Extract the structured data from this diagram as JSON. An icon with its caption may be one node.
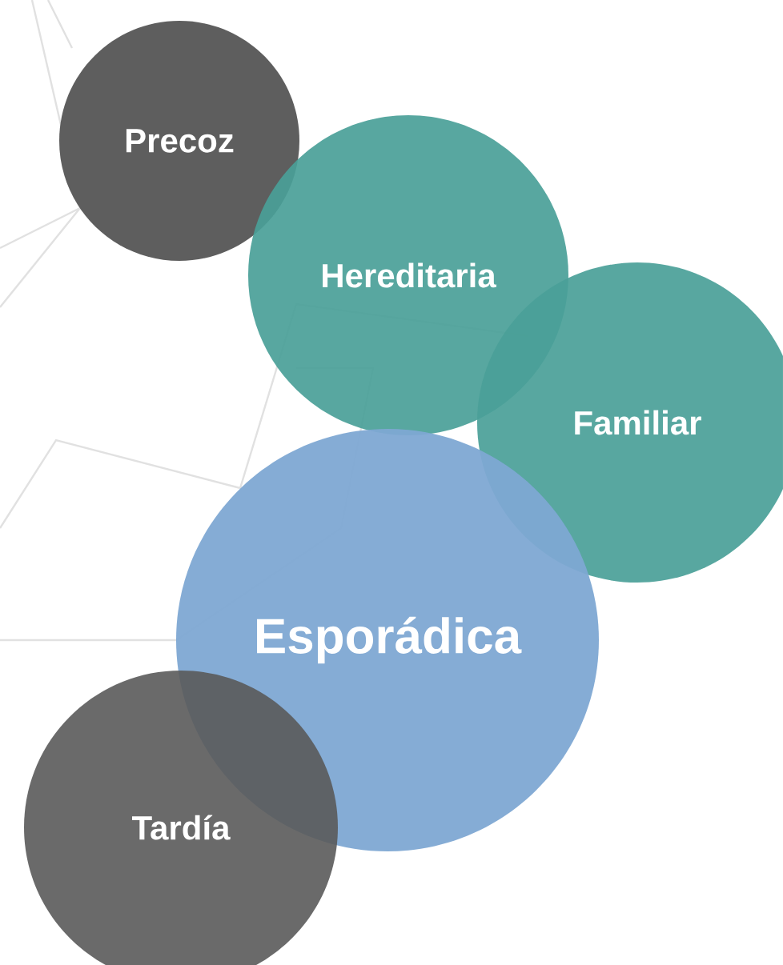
{
  "diagram": {
    "nodes": [
      {
        "text": [
          "Precoz"
        ]
      },
      {
        "text": [
          "Hereditaria"
        ]
      },
      {
        "text": [
          "Familiar"
        ]
      },
      {
        "text": [
          "Esporádica"
        ]
      },
      {
        "text": [
          "Tardía"
        ]
      }
    ]
  }
}
